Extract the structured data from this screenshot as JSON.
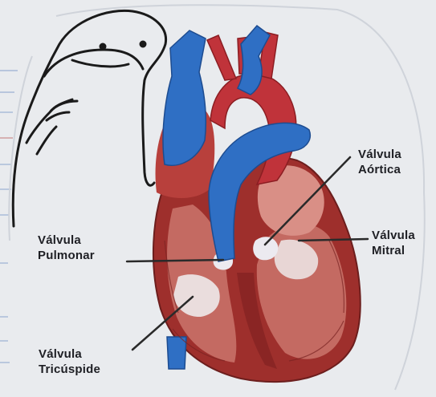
{
  "labels": {
    "aortic": {
      "line1": "Válvula",
      "line2": "Aórtica"
    },
    "mitral": {
      "line1": "Válvula",
      "line2": "Mitral"
    },
    "pulmonary": {
      "line1": "Válvula",
      "line2": "Pulmonar"
    },
    "tricuspid": {
      "line1": "Válvula",
      "line2": "Tricúspide"
    }
  },
  "colors": {
    "paper": "#e9ebee",
    "ruled_line_blue": "#9bb0d3",
    "ruled_line_red": "#c98a8a",
    "vein_blue": "#2f6fc4",
    "artery_red": "#c0333a",
    "muscle_red": "#9e2f2c",
    "inner_pink": "#d98f86",
    "valve_white": "#f1f1f3",
    "doodle_ink": "#1a1a1a",
    "leader_line": "#2a2a2a"
  },
  "icons": [
    "hand-drawn-doodle",
    "heart-illustration"
  ]
}
